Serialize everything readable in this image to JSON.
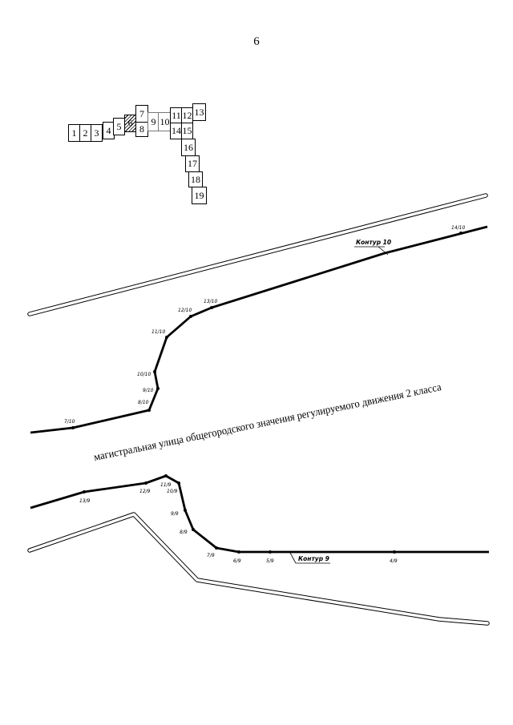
{
  "page_number": "6",
  "key_map": {
    "sheets": [
      "1",
      "2",
      "3",
      "4",
      "5",
      "6",
      "7",
      "8",
      "9",
      "10",
      "11",
      "12",
      "13",
      "14",
      "15",
      "16",
      "17",
      "18",
      "19"
    ],
    "current_sheet": "6"
  },
  "street_label": "магистральная улица общегородского значения регулируемого движения 2 класса",
  "contour_10": {
    "label": "Контур 10",
    "points": [
      "7/10",
      "8/10",
      "9/10",
      "10/10",
      "11/10",
      "12/10",
      "13/10",
      "14/10"
    ]
  },
  "contour_9": {
    "label": "Контур 9",
    "points": [
      "13/9",
      "12/9",
      "11/9",
      "10/9",
      "9/9",
      "8/9",
      "7/9",
      "6/9",
      "5/9",
      "4/9"
    ]
  }
}
